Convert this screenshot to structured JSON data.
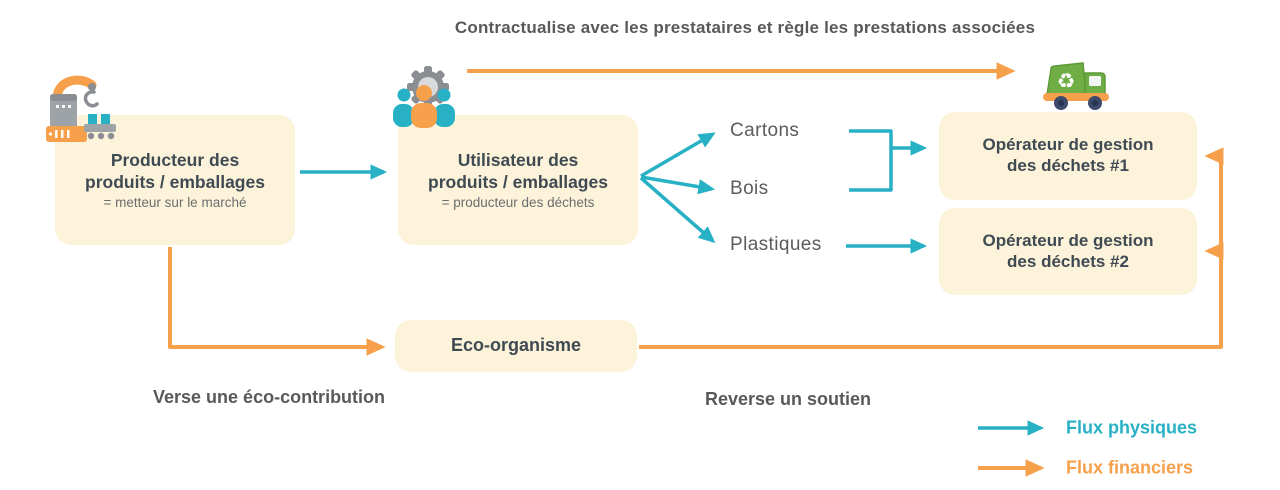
{
  "title": "Contractualise avec les prestataires et règle les prestations associées",
  "nodes": {
    "producer": {
      "line1": "Producteur des",
      "line2": "produits / emballages",
      "subtitle": "= metteur sur le marché"
    },
    "user": {
      "line1": "Utilisateur des",
      "line2": "produits / emballages",
      "subtitle": "= producteur des déchets"
    },
    "operator1": {
      "line1": "Opérateur de gestion",
      "line2": "des déchets #1"
    },
    "operator2": {
      "line1": "Opérateur de gestion",
      "line2": "des déchets #2"
    },
    "eco": {
      "label": "Eco-organisme"
    }
  },
  "materials": {
    "cartons": "Cartons",
    "bois": "Bois",
    "plastiques": "Plastiques"
  },
  "captions": {
    "verse": "Verse une éco-contribution",
    "reverse": "Reverse un soutien"
  },
  "legend": {
    "physical": "Flux physiques",
    "financial": "Flux financiers"
  },
  "icons": {
    "producer": "robot-arm-machine-icon",
    "user": "gear-team-icon",
    "operators": "recycling-truck-icon"
  },
  "colors": {
    "physical_flow": "#28B1C5",
    "financial_flow": "#F6A04C",
    "node_fill": "#FCF3DA",
    "node_text": "#3F4A53",
    "caption_text": "#58595B",
    "subtitle_text": "#6B6D6F",
    "truck_green": "#6FAE44",
    "machine_gray": "#8A8E93",
    "wheel_navy": "#3E4A6B"
  }
}
